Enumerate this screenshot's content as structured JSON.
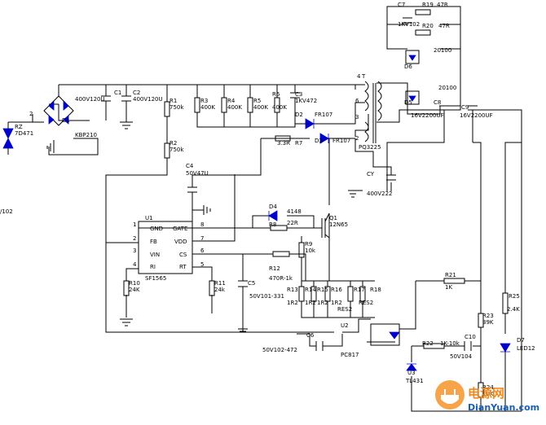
{
  "labels": {
    "rz": "RZ",
    "rz_val": "7D471",
    "node_2": "2",
    "d1": "D1",
    "kbp": "KBP210",
    "left_edge": "/102",
    "c1": "C1",
    "c1_val": "400V120U",
    "c2": "C2",
    "c2_val": "400V120U",
    "r1": "R1",
    "r1_val": "750k",
    "r2": "R2",
    "r2_val": "750k",
    "r3": "R3",
    "r3_val": "400K",
    "r4": "R4",
    "r4_val": "400K",
    "r5": "R5",
    "r5_val": "400K",
    "r6": "R6",
    "r6_val": "400K",
    "c3": "C3",
    "c3_val": "1KV472",
    "d2": "D2",
    "d2_val": "FR107",
    "d3": "D3",
    "d3_val": "FR107",
    "r7": "R7",
    "r7_val": "3.3R",
    "t": "T",
    "pin4": "4",
    "pin6": "6",
    "pin3": "3",
    "pin2": "2",
    "pq": "PQ3225",
    "c7": "C7",
    "c7_val": "1KV102",
    "r19": "R19",
    "r19_val": "47R",
    "r20": "R20",
    "r20_val": "47R",
    "d5": "D5",
    "d6": "D6",
    "d_val_a": "20100",
    "d_val_b": "20100",
    "c8": "C8",
    "c8_val": "16V2200UF",
    "c9": "C9",
    "c9_val": "16V2200UF",
    "cy": "CY",
    "cy_val": "400V222",
    "c4": "C4",
    "c4_val": "50V47U",
    "d4": "D4",
    "d4_val": "4148",
    "r8": "R8",
    "r8_val": "22R",
    "q1": "Q1",
    "q1_val": "12N65",
    "r9": "R9",
    "r9_val": "10k",
    "u1": "U1",
    "u1_part": "SF1565",
    "u1_pin1": "1",
    "u1_pin2": "2",
    "u1_pin3": "3",
    "u1_pin4": "4",
    "u1_pin5": "5",
    "u1_pin6": "6",
    "u1_pin7": "7",
    "u1_pin8": "8",
    "u1_gnd": "GND",
    "u1_fb": "FB",
    "u1_vin": "VIN",
    "u1_ri": "RI",
    "u1_gate": "GATE",
    "u1_vdd": "VDD",
    "u1_cs": "CS",
    "u1_rt": "RT",
    "r10": "R10",
    "r10_val": "24K",
    "r11": "R11",
    "r11_val": "24k",
    "c5": "C5",
    "c5_val": "50V101-331",
    "r12": "R12",
    "r12_val": "470R-1k",
    "r13": "R13",
    "r13_val": "1R2",
    "r14": "R14",
    "r14_val": "1R2",
    "r15": "R15",
    "r15_val": "1R2",
    "r16": "R16",
    "r16_val": "1R2",
    "r17": "R17",
    "r17_val": "RES2",
    "r18": "R18",
    "r18_val": "RES2",
    "r21": "R21",
    "r21_val": "1K",
    "r23": "R23",
    "r23_val": "39K",
    "r25": "R25",
    "r25_val": "2.4K",
    "d7": "D7",
    "d7_val": "LED12",
    "c6": "C6",
    "c6_val": "50V102-472",
    "u2": "U2",
    "u2_val": "PC817",
    "r22": "R22",
    "r22_val": "1K-10k",
    "c10": "C10",
    "c10_val": "50V104",
    "u3": "U3",
    "u3_val": "TL431",
    "r24": "R24",
    "r24_val": "10K"
  },
  "watermark": {
    "brand": "电源网",
    "url": "DianYuan.com"
  }
}
